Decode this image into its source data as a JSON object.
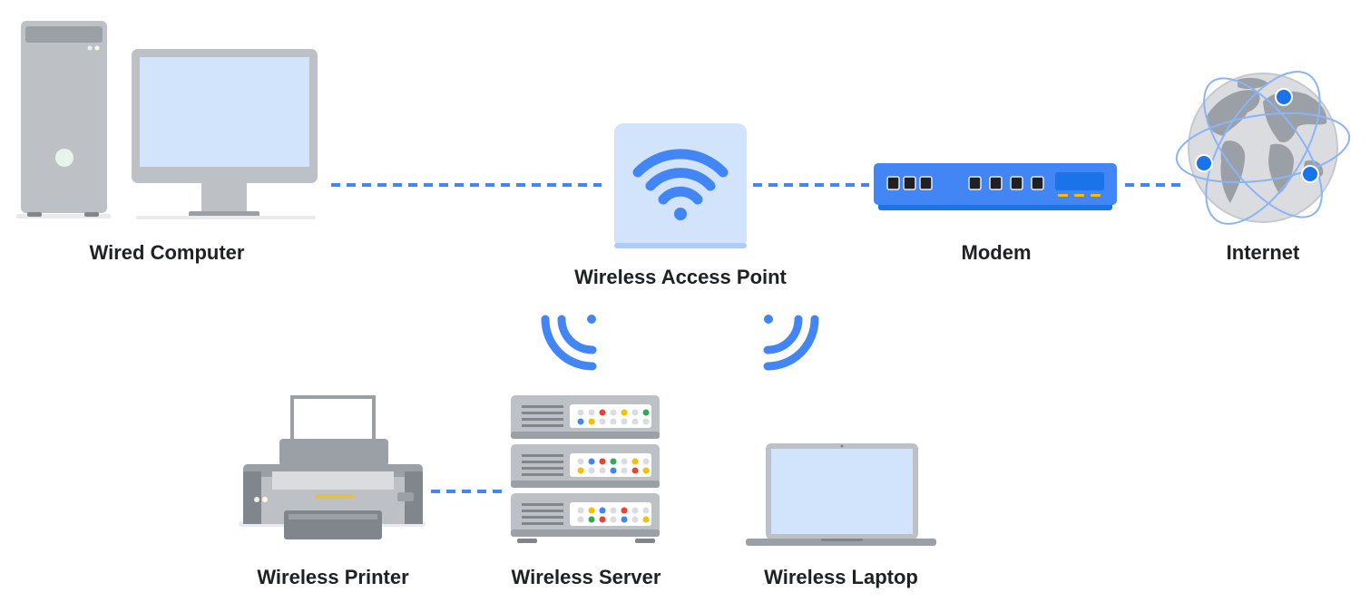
{
  "nodes": {
    "wired_computer": {
      "label": "Wired Computer",
      "icon": "desktop-computer-icon"
    },
    "access_point": {
      "label": "Wireless Access Point",
      "icon": "wifi-access-point-icon"
    },
    "modem": {
      "label": "Modem",
      "icon": "modem-icon"
    },
    "internet": {
      "label": "Internet",
      "icon": "globe-icon"
    },
    "printer": {
      "label": "Wireless Printer",
      "icon": "printer-icon"
    },
    "server": {
      "label": "Wireless Server",
      "icon": "server-icon"
    },
    "laptop": {
      "label": "Wireless Laptop",
      "icon": "laptop-icon"
    }
  },
  "connections": [
    {
      "from": "wired_computer",
      "to": "access_point",
      "style": "wired-dashed"
    },
    {
      "from": "access_point",
      "to": "modem",
      "style": "wired-dashed"
    },
    {
      "from": "modem",
      "to": "internet",
      "style": "wired-dashed"
    },
    {
      "from": "printer",
      "to": "server",
      "style": "wired-dashed"
    },
    {
      "from": "access_point",
      "to": "server",
      "style": "wireless"
    },
    {
      "from": "access_point",
      "to": "laptop",
      "style": "wireless"
    }
  ],
  "colors": {
    "link_blue": "#4285f4",
    "device_gray": "#bdc1c6",
    "device_dark": "#80868b",
    "screen_blue": "#d2e3fc",
    "modem_blue": "#1a73e8",
    "text": "#202124",
    "led_red": "#ea4335",
    "led_yellow": "#fbbc04",
    "led_green": "#34a853"
  }
}
